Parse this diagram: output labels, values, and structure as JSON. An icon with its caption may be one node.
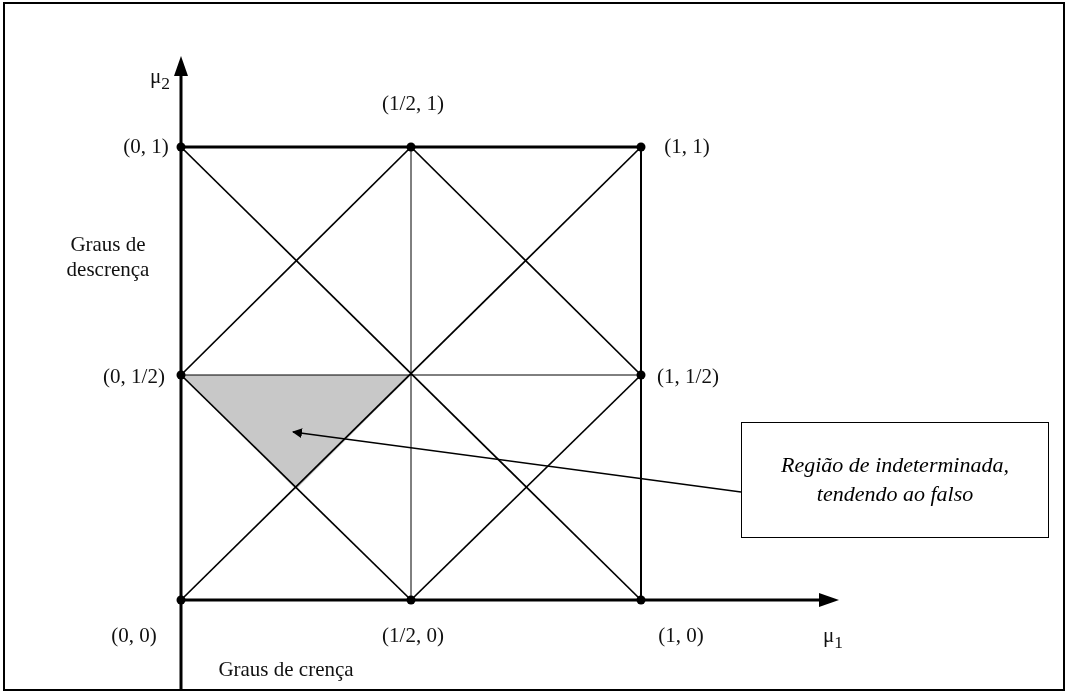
{
  "diagram": {
    "nodes": [
      {
        "text": [
          "Região de indeterminada, tendendo ao falso"
        ]
      },
      {
        "text": [],
        "shape": "triangle"
      }
    ],
    "edges": [
      {
        "from": 0,
        "to": 1,
        "arrow": "to"
      }
    ],
    "labels": [
      "μ$_{2}$",
      "(1/2, 1)",
      "(0, 1)",
      "(1, 1)",
      "Graus de descrença",
      "(0, 1/2)",
      "(1, 1/2)",
      "(0, 0)",
      "(1/2, 0)",
      "(1, 0)",
      "μ$_{1}$",
      "Graus de crença"
    ]
  }
}
